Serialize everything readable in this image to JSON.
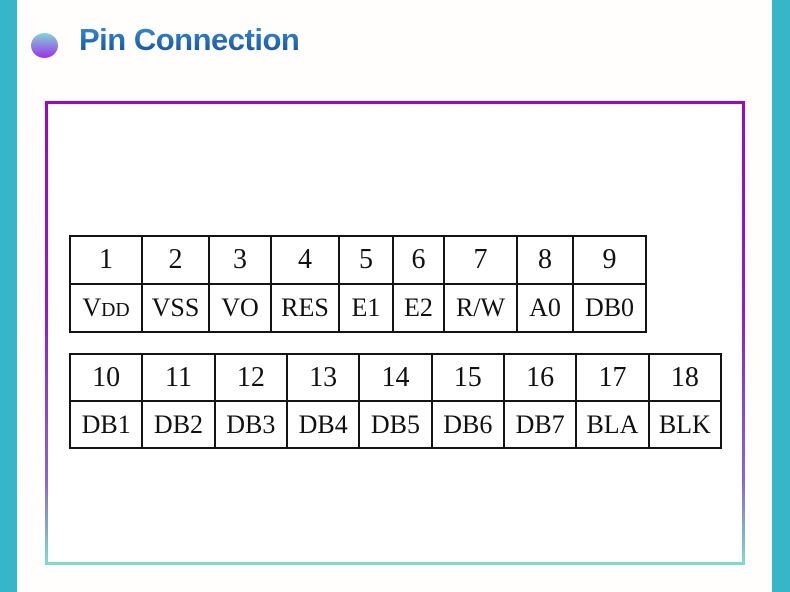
{
  "header": {
    "title": "Pin Connection"
  },
  "icons": {
    "title_bullet": "gradient-sphere-bullet"
  },
  "colors": {
    "edge_bar_teal": "#38b6c9",
    "frame_border_top": "#9a08c8",
    "frame_border_bottom": "#7edbcb",
    "title_blue_top": "#3f94d6",
    "title_blue_bottom": "#164f98",
    "table_line": "#141414"
  },
  "tables": [
    {
      "name": "pins-1-9",
      "pins": [
        "1",
        "2",
        "3",
        "4",
        "5",
        "6",
        "7",
        "8",
        "9"
      ],
      "labels": [
        "VDD",
        "VSS",
        "VO",
        "RES",
        "E1",
        "E2",
        "R/W",
        "A0",
        "DB0"
      ]
    },
    {
      "name": "pins-10-18",
      "pins": [
        "10",
        "11",
        "12",
        "13",
        "14",
        "15",
        "16",
        "17",
        "18"
      ],
      "labels": [
        "DB1",
        "DB2",
        "DB3",
        "DB4",
        "DB5",
        "DB6",
        "DB7",
        "BLA",
        "BLK"
      ]
    }
  ]
}
